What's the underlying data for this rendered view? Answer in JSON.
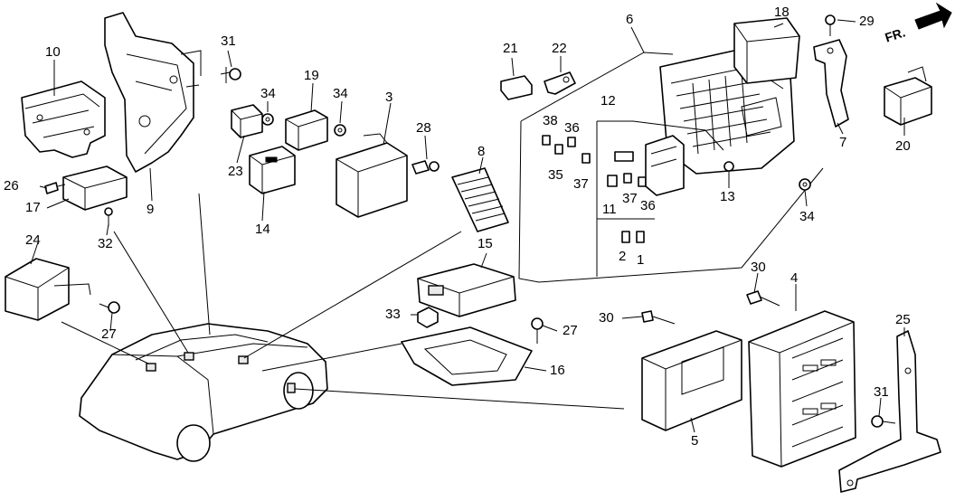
{
  "direction_indicator": {
    "label": "FR."
  },
  "callouts": [
    {
      "id": "c1",
      "text": "1"
    },
    {
      "id": "c2",
      "text": "2"
    },
    {
      "id": "c3",
      "text": "3"
    },
    {
      "id": "c4",
      "text": "4"
    },
    {
      "id": "c5",
      "text": "5"
    },
    {
      "id": "c6",
      "text": "6"
    },
    {
      "id": "c7",
      "text": "7"
    },
    {
      "id": "c8",
      "text": "8"
    },
    {
      "id": "c9",
      "text": "9"
    },
    {
      "id": "c10",
      "text": "10"
    },
    {
      "id": "c11",
      "text": "11"
    },
    {
      "id": "c12",
      "text": "12"
    },
    {
      "id": "c13",
      "text": "13"
    },
    {
      "id": "c14",
      "text": "14"
    },
    {
      "id": "c15",
      "text": "15"
    },
    {
      "id": "c16",
      "text": "16"
    },
    {
      "id": "c17",
      "text": "17"
    },
    {
      "id": "c18",
      "text": "18"
    },
    {
      "id": "c19",
      "text": "19"
    },
    {
      "id": "c20",
      "text": "20"
    },
    {
      "id": "c21",
      "text": "21"
    },
    {
      "id": "c22",
      "text": "22"
    },
    {
      "id": "c23",
      "text": "23"
    },
    {
      "id": "c24",
      "text": "24"
    },
    {
      "id": "c25",
      "text": "25"
    },
    {
      "id": "c26",
      "text": "26"
    },
    {
      "id": "c27a",
      "text": "27"
    },
    {
      "id": "c27b",
      "text": "27"
    },
    {
      "id": "c28",
      "text": "28"
    },
    {
      "id": "c29",
      "text": "29"
    },
    {
      "id": "c30a",
      "text": "30"
    },
    {
      "id": "c30b",
      "text": "30"
    },
    {
      "id": "c31a",
      "text": "31"
    },
    {
      "id": "c31b",
      "text": "31"
    },
    {
      "id": "c32",
      "text": "32"
    },
    {
      "id": "c33",
      "text": "33"
    },
    {
      "id": "c34a",
      "text": "34"
    },
    {
      "id": "c34b",
      "text": "34"
    },
    {
      "id": "c34c",
      "text": "34"
    },
    {
      "id": "c35",
      "text": "35"
    },
    {
      "id": "c36a",
      "text": "36"
    },
    {
      "id": "c36b",
      "text": "36"
    },
    {
      "id": "c37a",
      "text": "37"
    },
    {
      "id": "c37b",
      "text": "37"
    },
    {
      "id": "c38",
      "text": "38"
    }
  ]
}
